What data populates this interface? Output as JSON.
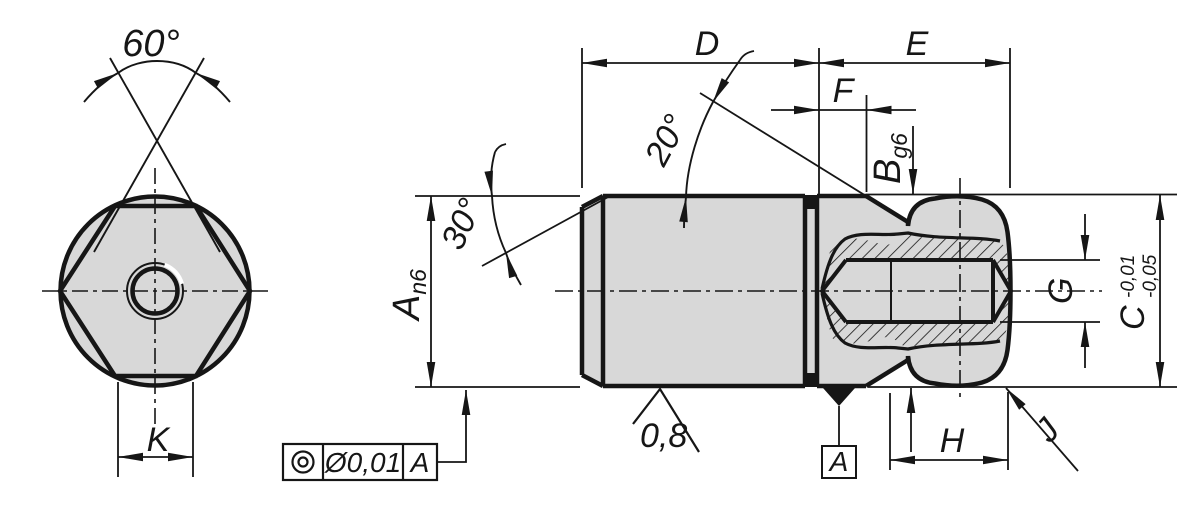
{
  "drawing": {
    "type": "technical-drawing",
    "views": [
      "front-view",
      "side-section-view"
    ],
    "colors": {
      "line": "#161616",
      "part_fill": "#d8d8d8",
      "background": "#ffffff"
    }
  },
  "front_view": {
    "cone_angle": "60°",
    "hex_width": "K"
  },
  "side_view": {
    "shank_length": "D",
    "head_length": "E",
    "collar_length": "F",
    "shank_dia": "A",
    "shank_fit": "n6",
    "collar_dia": "B",
    "collar_fit": "g6",
    "chamfer_angle": "30°",
    "cone_angle": "20°",
    "hole_dia": "G",
    "ball_dia": "C",
    "ball_tol_upper": "-0,01",
    "ball_tol_lower": "-0,05",
    "ball_length": "H",
    "radius": "J",
    "roughness": "0,8",
    "datum_label": "A"
  },
  "tolerance_frame": {
    "symbol_name": "concentricity-symbol",
    "value": "Ø0,01",
    "datum": "A"
  }
}
